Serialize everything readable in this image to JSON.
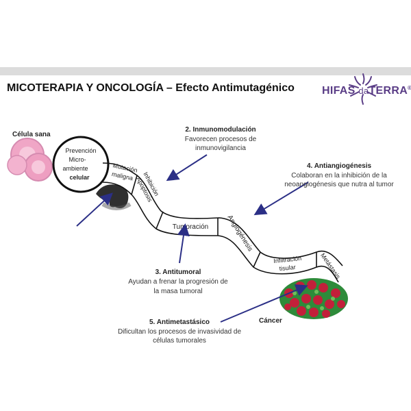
{
  "title": "MICOTERAPIA Y ONCOLOGÍA – Efecto Antimutagénico",
  "logo": {
    "brand": "HIFAS",
    "da": "da",
    "terra": "TERRA",
    "mark": "®"
  },
  "healthy_cell": "Célula sana",
  "prevention": {
    "line1": "Prevención",
    "line2": "Micro-",
    "line3": "ambiente",
    "line4": "celular"
  },
  "stages": [
    "Mutación",
    "maligna",
    "Inhibición",
    "Apoptosis",
    "Tumoración",
    "Angiogénesis",
    "Infiltración",
    "tisular",
    "Metástasis"
  ],
  "cancer_label": "Cáncer",
  "effects": [
    {
      "head": "2. Inmunomodulación",
      "line1": "Favorecen procesos de",
      "line2": "inmunovigilancia"
    },
    {
      "head": "4. Antiangiogénesis",
      "line1": "Colaboran en la inhibición de la",
      "line2": "neoangiogénesis que nutra al tumor"
    },
    {
      "head": "3. Antitumoral",
      "line1": "Ayudan a frenar la progresión de",
      "line2": "la masa tumoral"
    },
    {
      "head": "5. Antimetastásico",
      "line1": "Dificultan los procesos de invasividad de",
      "line2": "células tumorales"
    }
  ],
  "colors": {
    "accent": "#5a3d86",
    "arrow": "#2b2f86",
    "cell": "#f0a6c6",
    "tumor_red": "#c2203a",
    "tumor_green": "#2e8b3a"
  }
}
